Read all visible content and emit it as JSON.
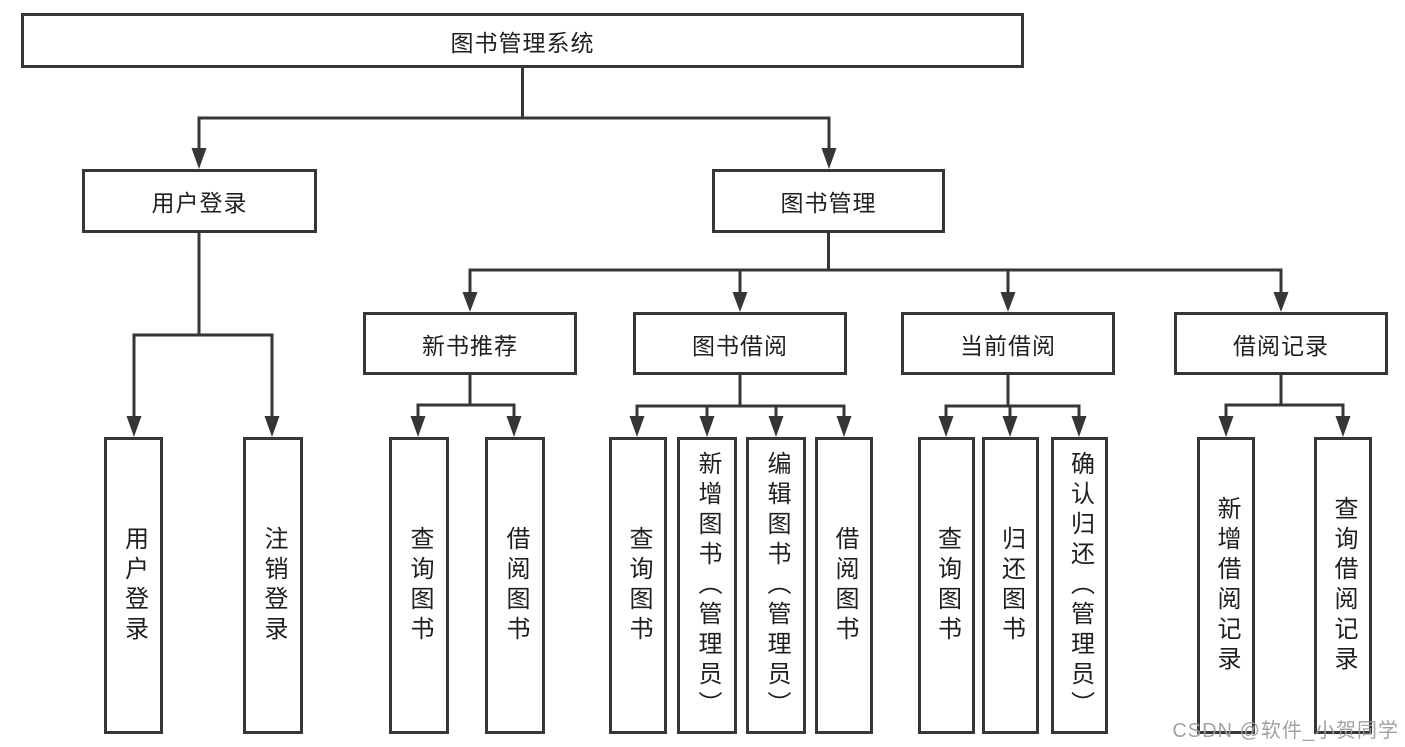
{
  "diagram": {
    "title": "图书管理系统",
    "level2": {
      "user_login": "用户登录",
      "book_mgmt": "图书管理"
    },
    "level3": {
      "new_books": "新书推荐",
      "borrow": "图书借阅",
      "current": "当前借阅",
      "records": "借阅记录"
    },
    "leaves": {
      "login": [
        "用户登录",
        "注销登录"
      ],
      "new_books": [
        "查询图书",
        "借阅图书"
      ],
      "borrow": [
        "查询图书",
        "新增图书（管理员）",
        "编辑图书（管理员）",
        "借阅图书"
      ],
      "current": [
        "查询图书",
        "归还图书",
        "确认归还（管理员）"
      ],
      "records": [
        "新增借阅记录",
        "查询借阅记录"
      ]
    },
    "watermark": "CSDN @软件_小贺同学"
  },
  "colors": {
    "line": "#363636",
    "text": "#1f1f1f",
    "watermark": "#9b9b9b",
    "background": "#ffffff"
  }
}
